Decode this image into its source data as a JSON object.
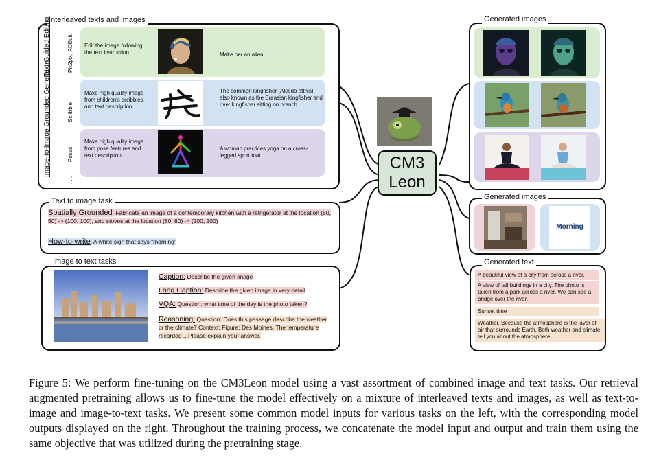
{
  "panels": {
    "interleaved_title": "Interleaved texts and images",
    "generated_images_title_1": "Generated images",
    "generated_images_title_2": "Generated images",
    "generated_text_title": "Generated text",
    "text_to_image_title": "Text to image task",
    "image_to_text_title": "Image to text tasks"
  },
  "side_labels": {
    "text_guided_editing": "Text-Guided Editing",
    "image_to_image": "Image-to-Image Grounded Generation",
    "pix2pix": "Pix2pix, RDEdit",
    "scribble": "Scribble",
    "poses": "Poses",
    "dots": ". . ."
  },
  "rows": [
    {
      "instruction": "Edit the image following the text instruction",
      "text": "Make her an alien"
    },
    {
      "instruction": "Make high quality image from children's scribbles and text description",
      "text": "The common kingfisher (Alcedo atthis) also known as the Eurasian kingfisher and river kingfisher sitting on branch"
    },
    {
      "instruction": "Make high quality image from pose features and text description",
      "text": "A woman practices yoga on a cross-legged sport mat"
    }
  ],
  "center": {
    "line1": "CM3",
    "line2": "Leon"
  },
  "text_to_image": {
    "spatial_label": "Spatially Grounded",
    "spatial_text": ": Fabricate an image of a contemporary kitchen with a refrigerator at the location (50, 50) -> (100, 100), and stoves at the location (80, 80) -> (200, 200)",
    "howto_label": "How-to-write",
    "howto_text": ": A white sign that says \"morning\""
  },
  "image_to_text": [
    {
      "label": "Caption:",
      "text": " Describe the given image"
    },
    {
      "label": "Long Caption:",
      "text": " Describe the given image in very detail"
    },
    {
      "label": "VQA:",
      "text": " Question: what time of the day is the photo taken?"
    },
    {
      "label": "Reasoning:",
      "text": " Question: Does this passage describe the weather or the climate? Context: Figure: Des Moines. The temperature recorded ...Please explain your answer."
    }
  ],
  "generated_sign_text": "Morning",
  "generated_text": [
    "A beautiful view of a city from across a river.",
    "A view of tall buildings in a city. The photo is taken from a park across a river. We can see a bridge over the river.",
    "Sunset time",
    "Weather. Because the atmosphere is the layer of air that surrounds Earth. Both weather and climate tell you about the atmosphere. ..."
  ],
  "caption": "Figure 5: We perform fine-tuning on the CM3Leon model using a vast assortment of combined image and text tasks. Our retrieval augmented pretraining allows us to fine-tune the model effectively on a mixture of interleaved texts and images, as well as text-to-image and image-to-text tasks. We present some common model inputs for various tasks on the left, with the corresponding model outputs displayed on the right. Throughout the training process, we concatenate the model input and output and train them using the same objective that was utilized during the pretraining stage.",
  "colors": {
    "green": "#d9ecd0",
    "blue": "#d3e2f3",
    "purple": "#ddd5ea",
    "pink": "#efd3d8",
    "center_box": "#d7e6d7"
  }
}
